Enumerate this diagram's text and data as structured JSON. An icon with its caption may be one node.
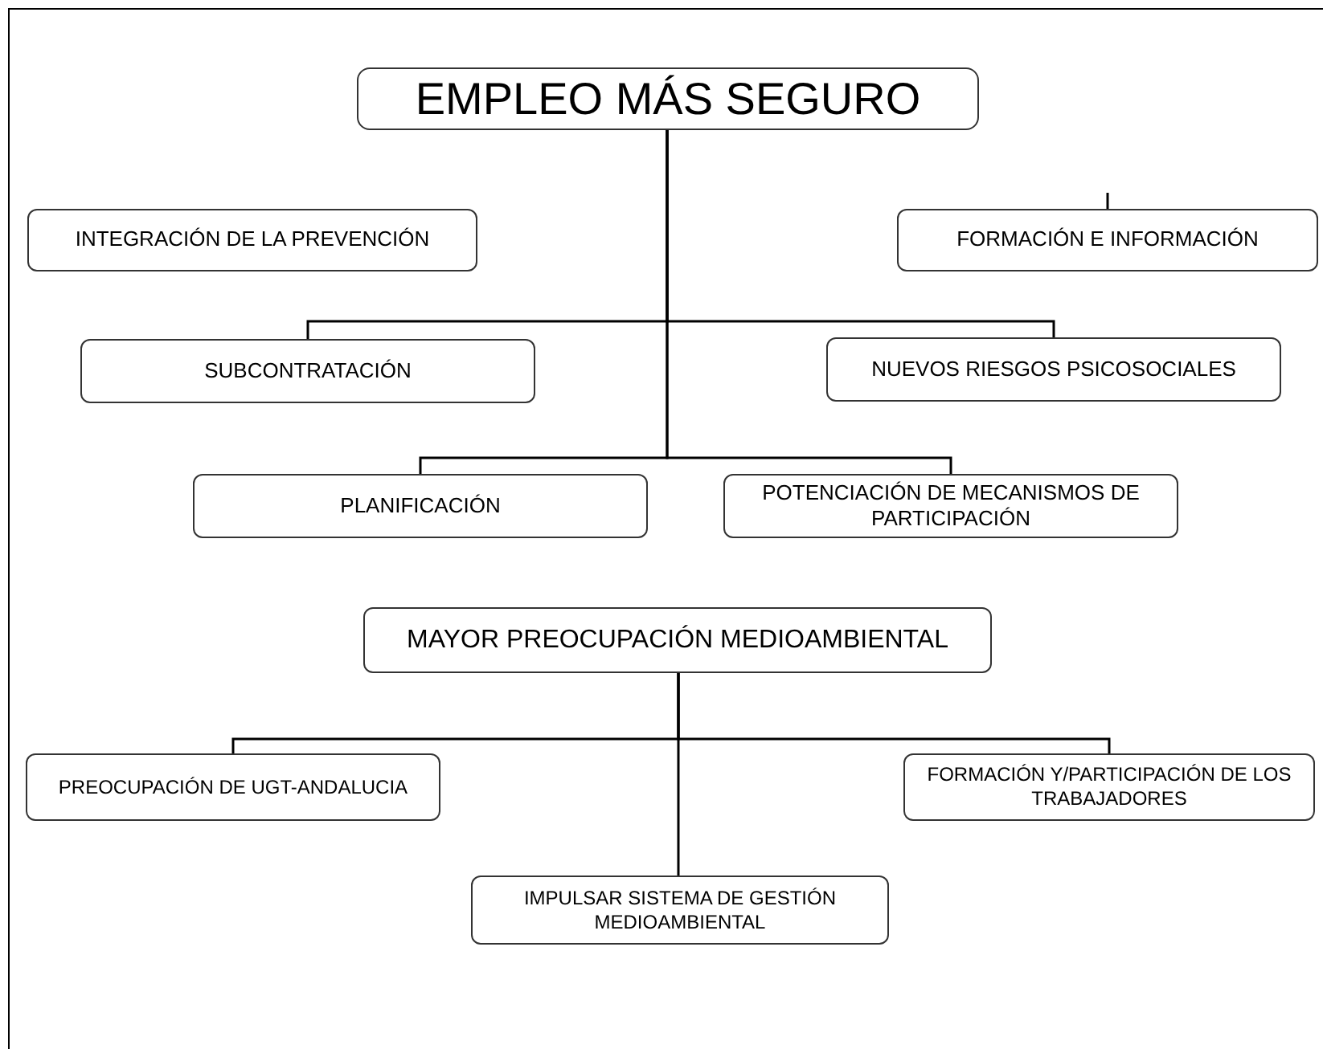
{
  "diagram": {
    "nodes": [
      {
        "text": [
          "EMPLEO MÁS SEGURO"
        ]
      },
      {
        "text": [
          "INTEGRACIÓN DE LA PREVENCIÓN"
        ]
      },
      {
        "text": [
          "FORMACIÓN E INFORMACIÓN"
        ]
      },
      {
        "text": [
          "SUBCONTRATACIÓN"
        ]
      },
      {
        "text": [
          "NUEVOS RIESGOS PSICOSOCIALES"
        ]
      },
      {
        "text": [
          "PLANIFICACIÓN"
        ]
      },
      {
        "text": [
          "POTENCIACIÓN DE MECANISMOS DE PARTICIPACIÓN"
        ]
      },
      {
        "text": [
          "MAYOR PREOCUPACIÓN MEDIOAMBIENTAL"
        ]
      },
      {
        "text": [
          "PREOCUPACIÓN DE UGT-ANDALUCIA"
        ]
      },
      {
        "text": [
          "FORMACIÓN Y/PARTICIPACIÓN DE LOS TRABAJADORES"
        ]
      },
      {
        "text": [
          "IMPULSAR SISTEMA DE GESTIÓN MEDIOAMBIENTAL"
        ]
      }
    ],
    "edges": [
      {
        "from": 0,
        "to": 3,
        "arrow": "none"
      },
      {
        "from": 0,
        "to": 4,
        "arrow": "none"
      },
      {
        "from": 0,
        "to": 5,
        "arrow": "none"
      },
      {
        "from": 0,
        "to": 6,
        "arrow": "none"
      },
      {
        "from": null,
        "to": 2,
        "arrow": "none"
      },
      {
        "from": 7,
        "to": 8,
        "arrow": "none"
      },
      {
        "from": 7,
        "to": 9,
        "arrow": "none"
      },
      {
        "from": 7,
        "to": 10,
        "arrow": "none"
      }
    ]
  }
}
